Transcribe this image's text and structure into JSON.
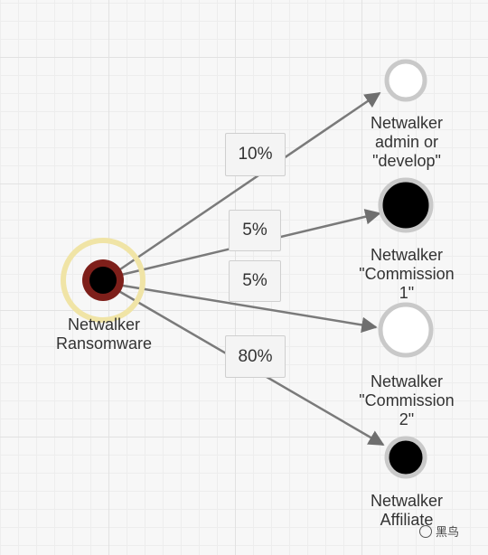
{
  "nodes": [
    {
      "id": "ransomware",
      "label_lines": [
        "Netwalker",
        "Ransomware"
      ]
    },
    {
      "id": "admin",
      "label_lines": [
        "Netwalker",
        "admin or",
        "\"develop\""
      ]
    },
    {
      "id": "commission1",
      "label_lines": [
        "Netwalker",
        "\"Commission",
        "1\""
      ]
    },
    {
      "id": "commission2",
      "label_lines": [
        "Netwalker",
        "\"Commission",
        "2\""
      ]
    },
    {
      "id": "affiliate",
      "label_lines": [
        "Netwalker",
        "Affiliate"
      ]
    }
  ],
  "edges": [
    {
      "from": "ransomware",
      "to": "admin",
      "label": "10%"
    },
    {
      "from": "ransomware",
      "to": "commission1",
      "label": "5%"
    },
    {
      "from": "ransomware",
      "to": "commission2",
      "label": "5%"
    },
    {
      "from": "ransomware",
      "to": "affiliate",
      "label": "80%"
    }
  ],
  "watermark": {
    "text": "黑鸟"
  },
  "colors": {
    "edge": "#7a7a7a",
    "node_ring": "#c9c9c9",
    "source_fill": "#7e1f1a",
    "source_halo": "#f0e4a6"
  }
}
